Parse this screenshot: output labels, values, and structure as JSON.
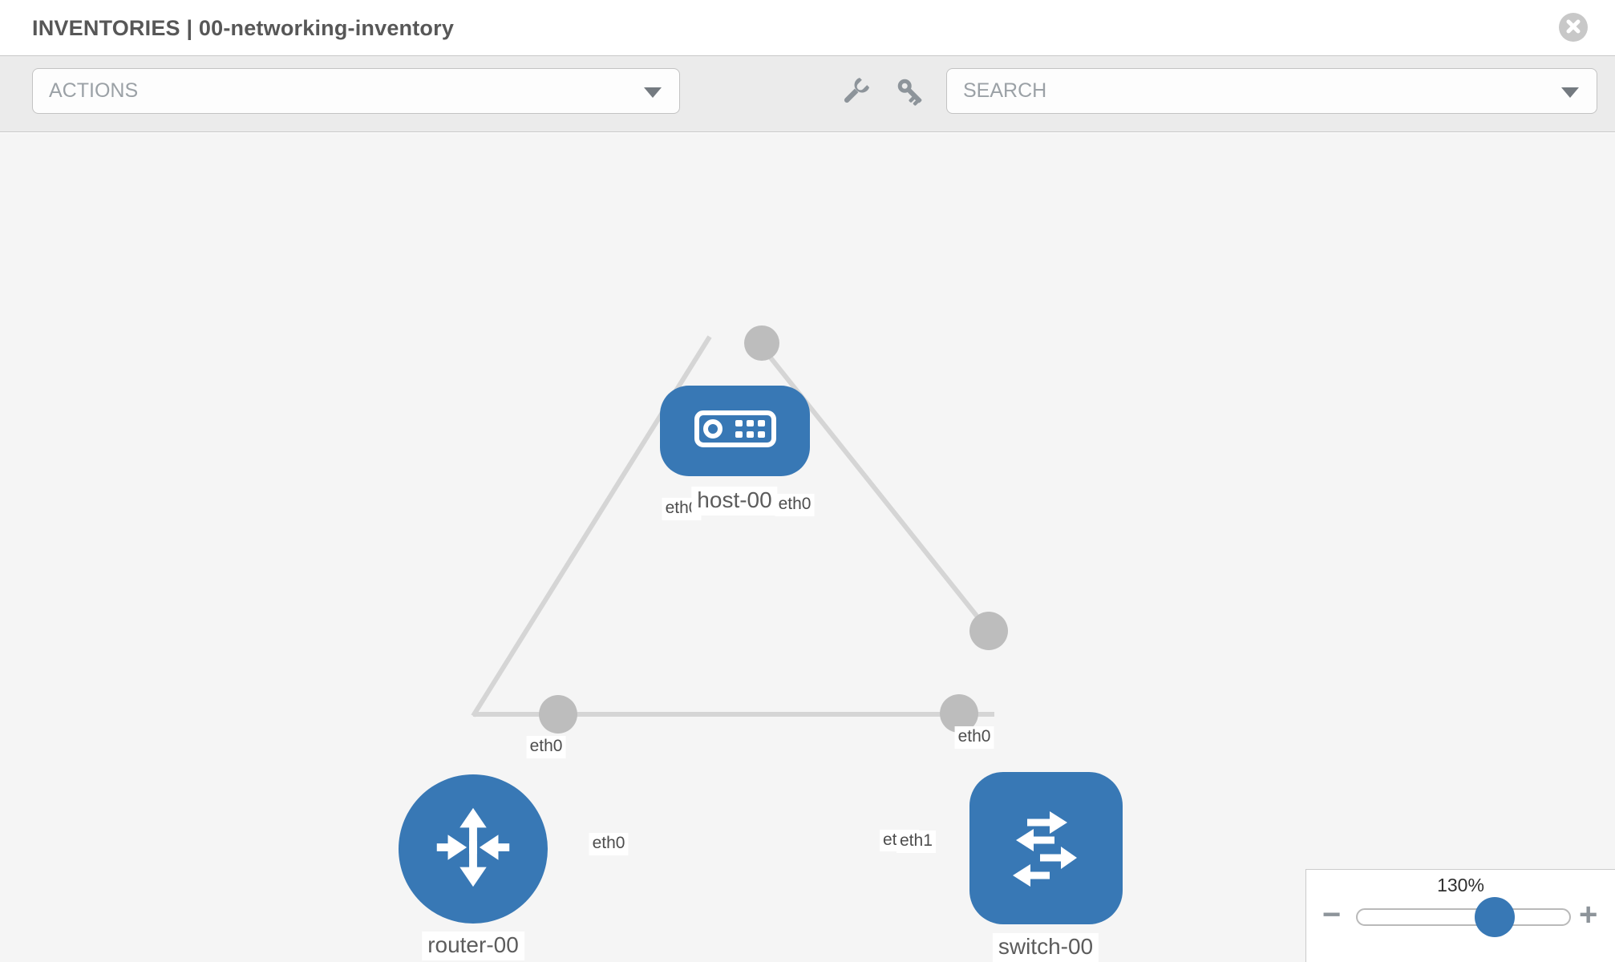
{
  "header": {
    "title": "INVENTORIES | 00-networking-inventory"
  },
  "toolbar": {
    "actions_label": "ACTIONS",
    "search_label": "SEARCH",
    "icons": [
      "wrench-icon",
      "key-icon"
    ]
  },
  "canvas": {
    "nodes": [
      {
        "id": "host-00",
        "label": "host-00",
        "type": "host",
        "icon": "host-icon"
      },
      {
        "id": "router-00",
        "label": "router-00",
        "type": "router",
        "icon": "router-icon"
      },
      {
        "id": "switch-00",
        "label": "switch-00",
        "type": "switch",
        "icon": "switch-icon"
      }
    ],
    "links": [
      {
        "from": "router-00",
        "to": "host-00"
      },
      {
        "from": "host-00",
        "to": "switch-00"
      },
      {
        "from": "router-00",
        "to": "switch-00"
      }
    ],
    "interface_labels": {
      "host_left": "eth0",
      "host_right": "eth0",
      "router_top_link": "eth0",
      "switch_top_link": "eth0",
      "router_mid_link": "eth0",
      "switch_mid_link_under": "eth0",
      "switch_mid_link_over": "eth1"
    }
  },
  "zoom_control": {
    "level": "130%",
    "minus": "−",
    "plus": "+"
  },
  "colors": {
    "node_blue": "#3878b5",
    "link_gray": "#d5d5d5",
    "connector_gray": "#bdbdbd",
    "toolbar_gray": "#ebebeb",
    "canvas_gray": "#f5f5f5"
  }
}
